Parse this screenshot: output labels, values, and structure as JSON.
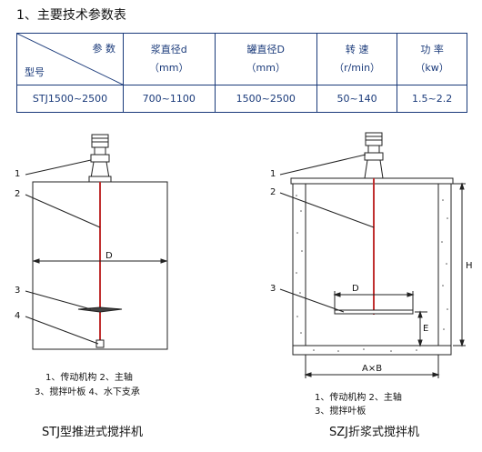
{
  "heading": "1、主要技术参数表",
  "table": {
    "corner_top": "参 数",
    "corner_bottom": "型号",
    "columns": [
      {
        "label": "浆直径d",
        "unit": "（mm）"
      },
      {
        "label": "罐直径D",
        "unit": "（mm）"
      },
      {
        "label": "转 速",
        "unit": "（r/min）"
      },
      {
        "label": "功 率",
        "unit": "（kw）"
      }
    ],
    "row": [
      "STJ1500~2500",
      "700~1100",
      "1500~2500",
      "50~140",
      "1.5~2.2"
    ]
  },
  "left_figure": {
    "callouts": [
      "1",
      "2",
      "3",
      "4"
    ],
    "dim_label": "D",
    "legend": [
      "1、传动机构 2、主轴",
      "3、搅拌叶板 4、水下支承"
    ],
    "title": "STJ型推进式搅拌机"
  },
  "right_figure": {
    "callouts": [
      "1",
      "2",
      "3"
    ],
    "dim_d": "D",
    "dim_h": "H",
    "dim_e": "E",
    "dim_ab": "A×B",
    "legend": [
      "1、传动机构 2、主轴",
      "3、搅拌叶板"
    ],
    "title": "SZJ折浆式搅拌机"
  },
  "colors": {
    "table_line": "#1a3a7a",
    "shaft": "#c03030",
    "drawing": "#222222"
  }
}
